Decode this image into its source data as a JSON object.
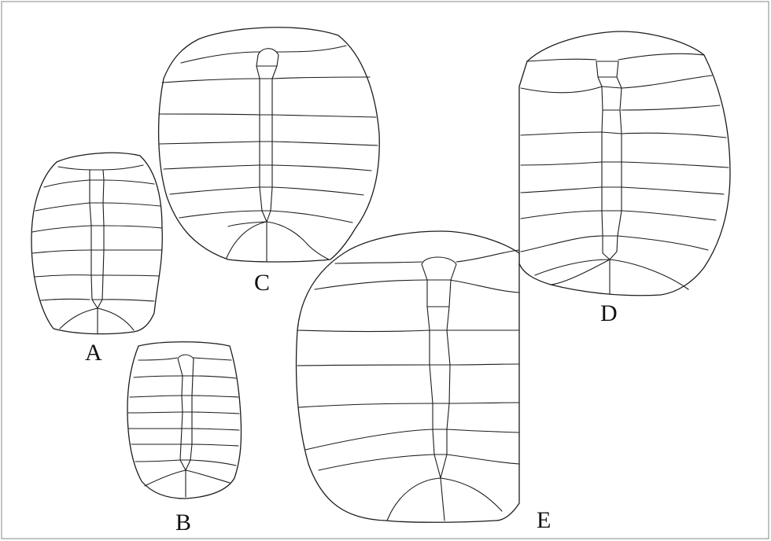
{
  "figure": {
    "panels": [
      {
        "id": "A",
        "label": "A"
      },
      {
        "id": "B",
        "label": "B"
      },
      {
        "id": "C",
        "label": "C"
      },
      {
        "id": "D",
        "label": "D"
      },
      {
        "id": "E",
        "label": "E"
      }
    ]
  }
}
